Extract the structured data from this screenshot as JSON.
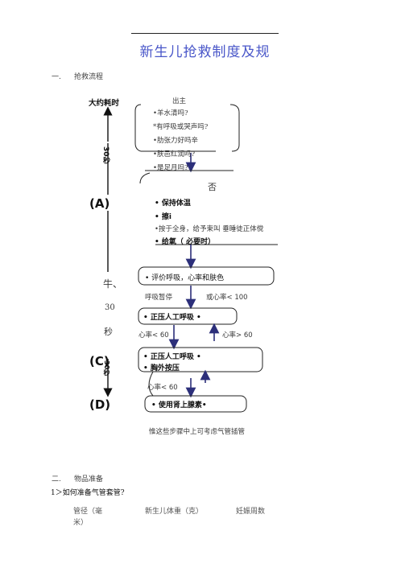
{
  "doc": {
    "title": "新生儿抢救制度及规",
    "section1": {
      "num": "一.",
      "label": "抢救流程"
    },
    "section2": {
      "num": "二.",
      "label": "物品准备"
    },
    "question1": "1＞如何准备气管套管?",
    "table_headers": [
      "管径（毫",
      "新生儿体重（克）",
      "妊娠周数"
    ],
    "table_header_cont": "米）"
  },
  "flow": {
    "time_label": "大约耗时",
    "seconds_30_a": "30",
    "seconds_unit_a": "秒",
    "label_A": "(A)",
    "label_B_char": "牛、",
    "seconds_30_b": "30",
    "seconds_unit_b": "秒",
    "label_C": "(C)",
    "seconds_30_c": "30",
    "seconds_unit_c": "秒",
    "label_D": "(D)",
    "box1": {
      "head": "出主",
      "lines": [
        "•羊水清吗?",
        "*有呼吸或哭声吗?",
        "•肋张力好吗辛",
        "•肤邑红润吗?",
        "•是足月吗?"
      ]
    },
    "no_label": "否",
    "box2": {
      "lines": [
        "• 保持体温",
        "•  擦i",
        "•按于全身，给予束叫  垂睡徒正体傥",
        "• 给氧（ 必要时）"
      ]
    },
    "box3": "• 评价呼吸，心率和肤色",
    "branch_left": "呼吸暂停",
    "branch_right": "或心率< 100",
    "box4": "• 正压人工呼吸 •",
    "hr_lt60_1": "心率< 60",
    "hr_gt60": "心率> 60",
    "box5": {
      "lines": [
        "• 正压人工呼吸 •",
        "• 胸外按压"
      ]
    },
    "hr_lt60_2": "心率< 60",
    "box6": "• 使用肾上腺素•",
    "note": "惟这些步骤中上可考虑气管插管"
  }
}
